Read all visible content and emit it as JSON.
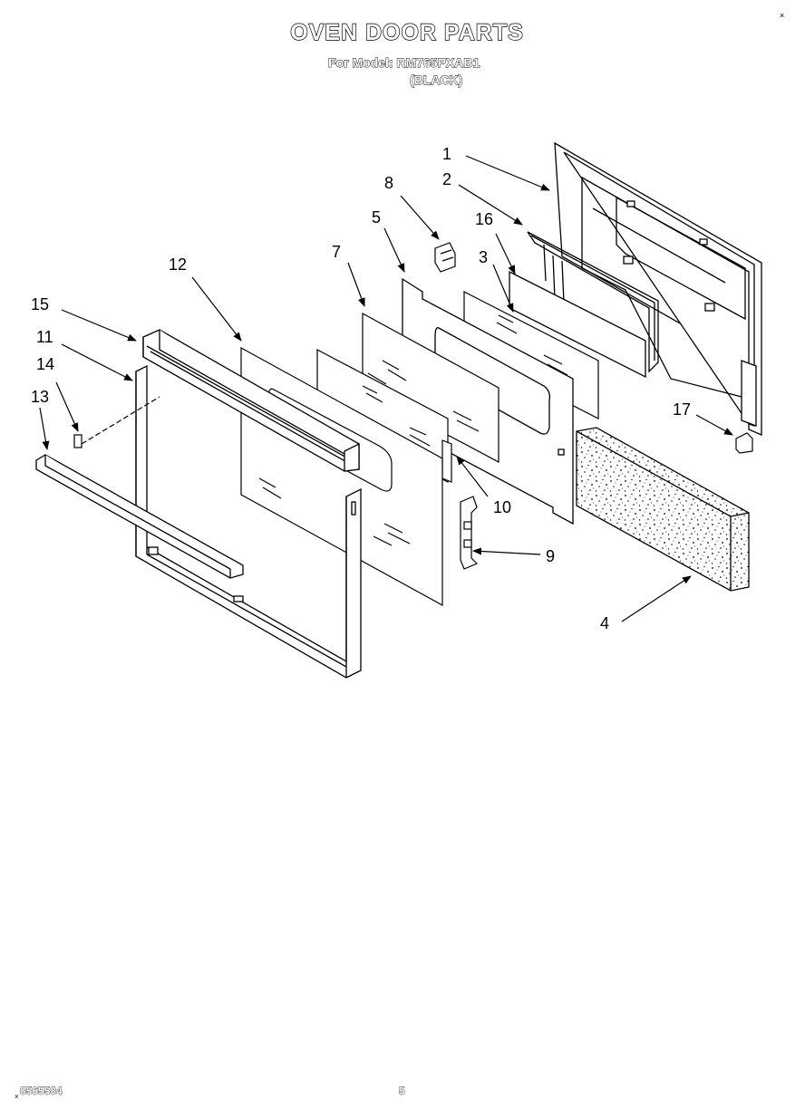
{
  "header": {
    "title": "OVEN DOOR PARTS",
    "model": "For Model: RM765PXAB1",
    "color": "(BLACK)"
  },
  "callouts": {
    "c1": "1",
    "c2": "2",
    "c3": "3",
    "c4": "4",
    "c5": "5",
    "c7": "7",
    "c8": "8",
    "c9": "9",
    "c10": "10",
    "c11": "11",
    "c12": "12",
    "c13": "13",
    "c14": "14",
    "c15": "15",
    "c16": "16",
    "c17": "17"
  },
  "footer": {
    "code": "8565584",
    "page": "5"
  }
}
